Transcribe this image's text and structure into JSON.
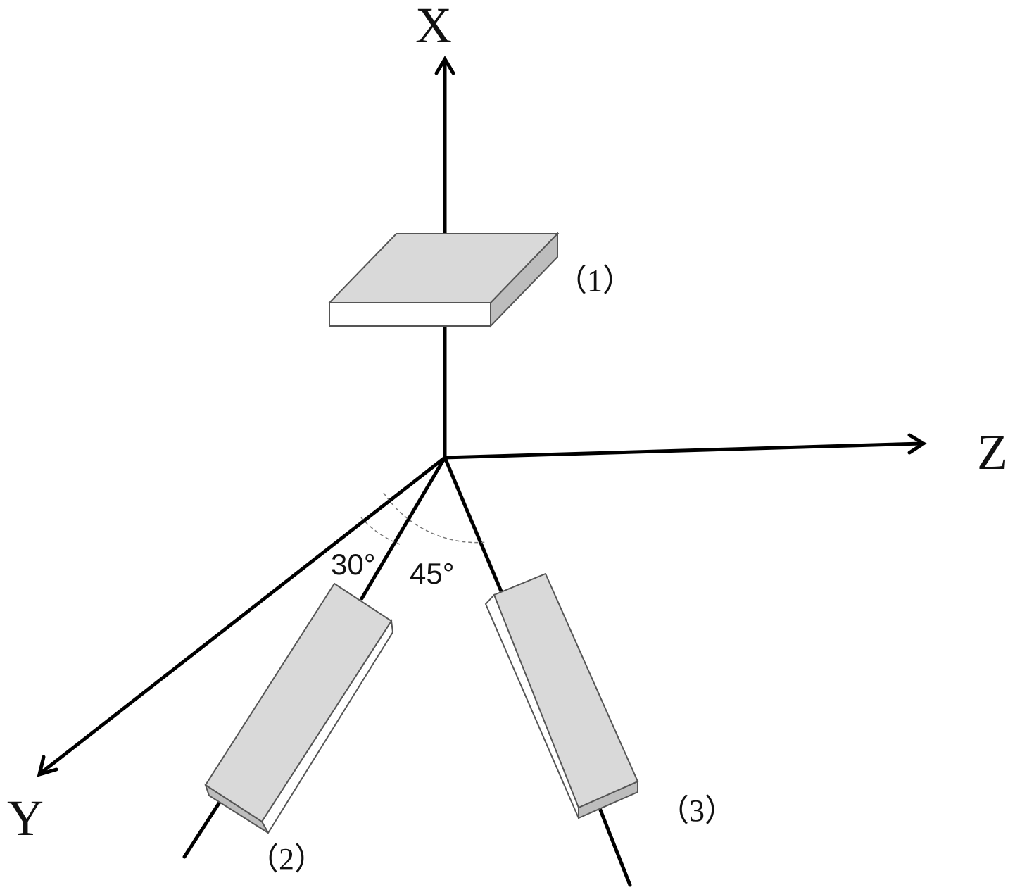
{
  "axes": {
    "x_label": "X",
    "y_label": "Y",
    "z_label": "Z"
  },
  "plates": {
    "plate_1_label": "（1）",
    "plate_2_label": "（2）",
    "plate_3_label": "（3）"
  },
  "angles": {
    "angle_y_label": "30°",
    "angle_z_label": "45°"
  }
}
